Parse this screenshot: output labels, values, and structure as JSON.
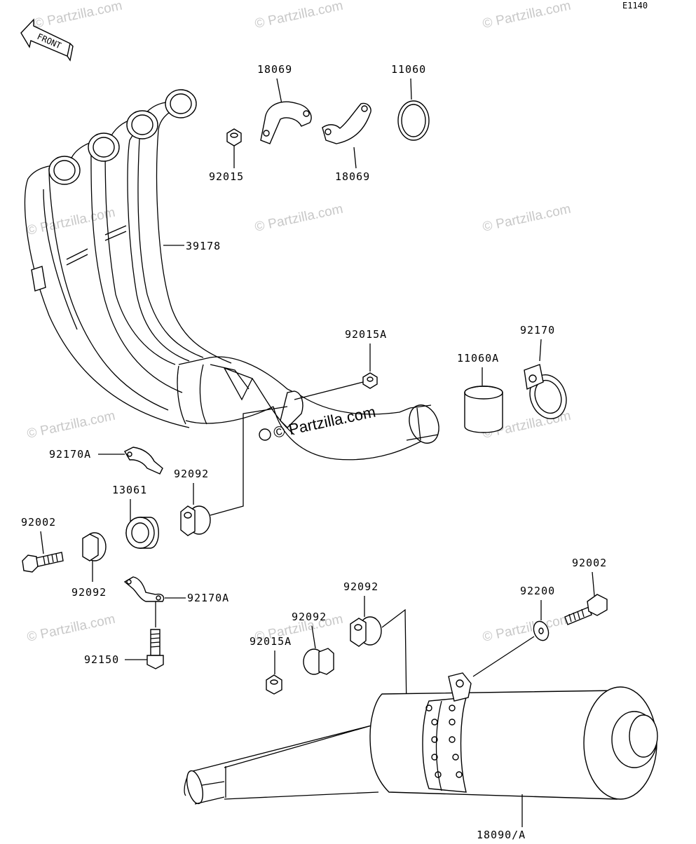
{
  "diagram": {
    "code": "E1140",
    "front_label": "FRONT",
    "watermark": "© Partzilla.com",
    "parts": {
      "p18069_top": "18069",
      "p11060": "11060",
      "p92015": "92015",
      "p18069_bottom": "18069",
      "p39178": "39178",
      "p92015A_top": "92015A",
      "p92170": "92170",
      "p11060A": "11060A",
      "p92170A_top": "92170A",
      "p92092_mid": "92092",
      "p13061": "13061",
      "p92002_left": "92002",
      "p92092_left": "92092",
      "p92170A_bottom": "92170A",
      "p92150": "92150",
      "p92092_c1": "92092",
      "p92092_c2": "92092",
      "p92015A_bottom": "92015A",
      "p92200": "92200",
      "p92002_right": "92002",
      "p18090A": "18090/A"
    }
  }
}
